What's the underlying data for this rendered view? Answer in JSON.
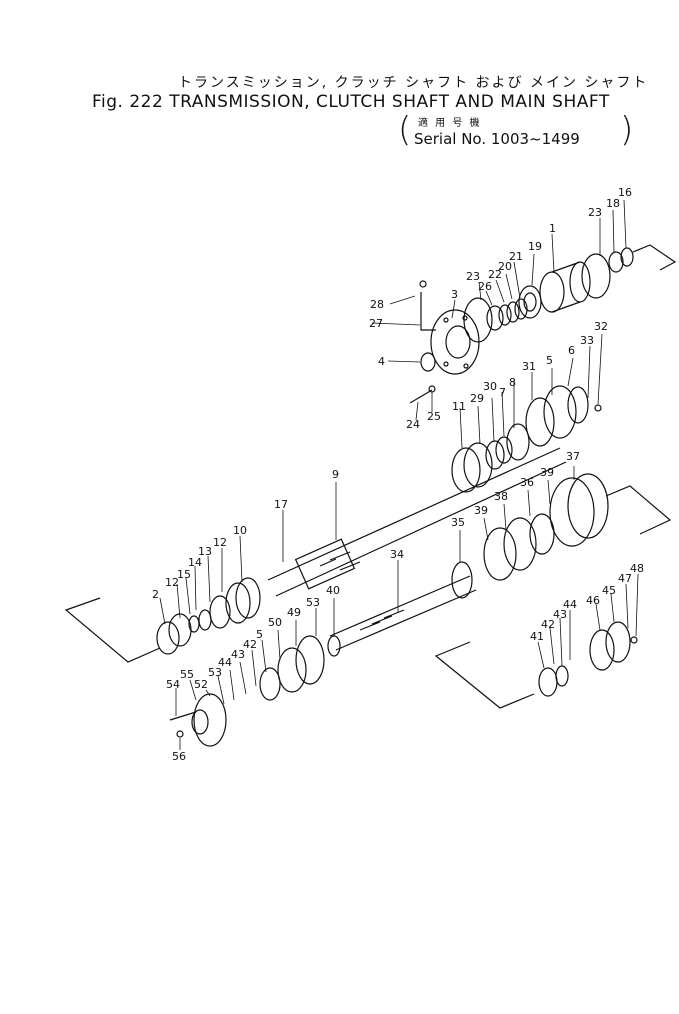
{
  "header": {
    "title_jp": "トランスミッション, クラッチ シャフト および メイン シャフト",
    "title_en": "Fig. 222  TRANSMISSION, CLUTCH SHAFT AND MAIN SHAFT",
    "serial_jp": "適 用 号 機",
    "serial_en": "Serial No. 1003~1499"
  },
  "colors": {
    "ink": "#111111",
    "paper": "#ffffff"
  },
  "callouts": {
    "c1": "1",
    "c2": "2",
    "c3": "3",
    "c4": "4",
    "c5": "5",
    "c6": "6",
    "c7": "7",
    "c8": "8",
    "c9": "9",
    "c10": "10",
    "c11": "11",
    "c12a": "12",
    "c12b": "12",
    "c13": "13",
    "c14": "14",
    "c15": "15",
    "c16": "16",
    "c17": "17",
    "c18": "18",
    "c19": "19",
    "c20": "20",
    "c21": "21",
    "c22": "22",
    "c23a": "23",
    "c23b": "23",
    "c24": "24",
    "c25": "25",
    "c26": "26",
    "c27": "27",
    "c28": "28",
    "c29": "29",
    "c30": "30",
    "c31": "31",
    "c32": "32",
    "c33": "33",
    "c34": "34",
    "c35": "35",
    "c36": "36",
    "c37": "37",
    "c38": "38",
    "c39a": "39",
    "c39b": "39",
    "c40": "40",
    "c41": "41",
    "c42a": "42",
    "c42b": "42",
    "c43a": "43",
    "c43b": "43",
    "c44a": "44",
    "c44b": "44",
    "c45": "45",
    "c46": "46",
    "c47": "47",
    "c48": "48",
    "c49": "49",
    "c50": "50",
    "c51": "5",
    "c52": "52",
    "c53a": "53",
    "c53b": "53",
    "c54": "54",
    "c55": "55",
    "c56": "56"
  }
}
